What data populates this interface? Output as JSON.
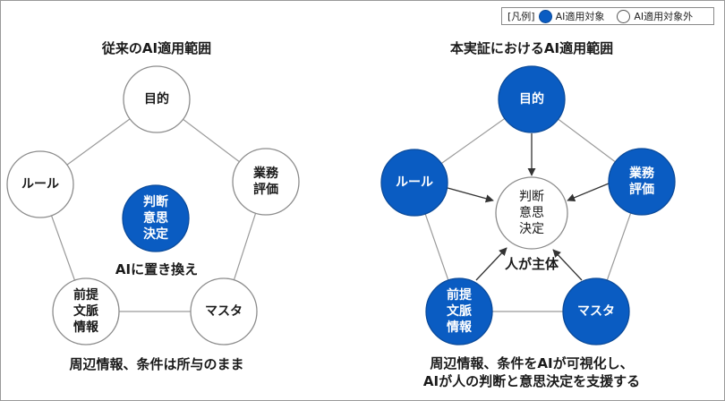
{
  "legend": {
    "label": "[凡例]",
    "applied": "AI適用対象",
    "not_applied": "AI適用対象外"
  },
  "colors": {
    "accent": "#0a5cc2",
    "node_border": "#8c8c8c",
    "edge": "#9a9a9a",
    "arrow": "#333333"
  },
  "left_panel": {
    "title": "従来のAI適用範囲",
    "nodes": {
      "goal": "目的",
      "rule": "ルール",
      "biz": "業務\n評価",
      "context": "前提\n文脈\n情報",
      "master": "マスタ",
      "decision": "判断\n意思\n決定"
    },
    "center_caption": "AIに置き換え",
    "bottom_caption": "周辺情報、条件は所与のまま"
  },
  "right_panel": {
    "title": "本実証におけるAI適用範囲",
    "nodes": {
      "goal": "目的",
      "rule": "ルール",
      "biz": "業務\n評価",
      "context": "前提\n文脈\n情報",
      "master": "マスタ",
      "decision": "判断\n意思\n決定"
    },
    "center_caption": "人が主体",
    "bottom_caption": "周辺情報、条件をAIが可視化し、\nAIが人の判断と意思決定を支援する"
  }
}
